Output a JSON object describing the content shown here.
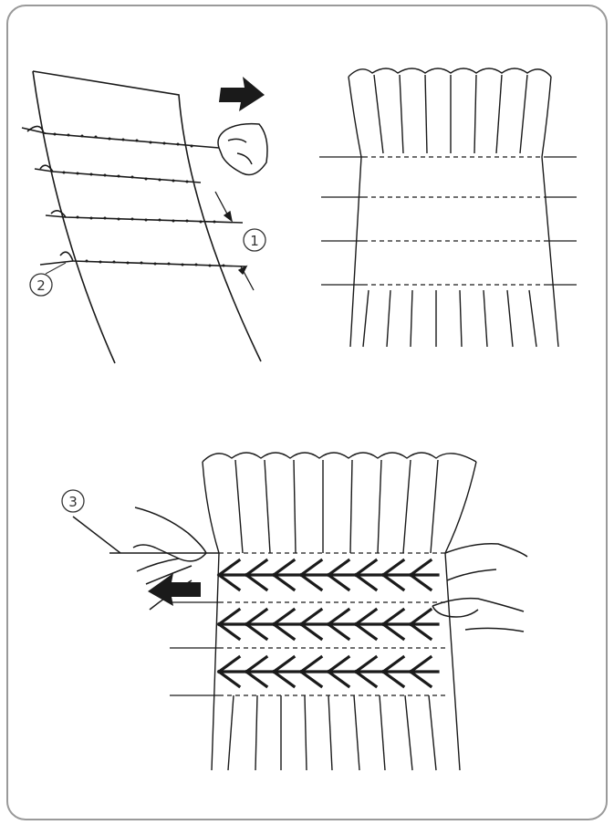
{
  "callouts": {
    "c1": "1",
    "c2": "2",
    "c3": "3"
  },
  "colors": {
    "ink": "#1a1a1a",
    "frame": "#9a9a9a",
    "arrow": "#1a1a1a"
  },
  "icons": {
    "arrow_right": "pull-direction-arrow-icon",
    "arrow_left": "pull-direction-arrow-icon"
  }
}
